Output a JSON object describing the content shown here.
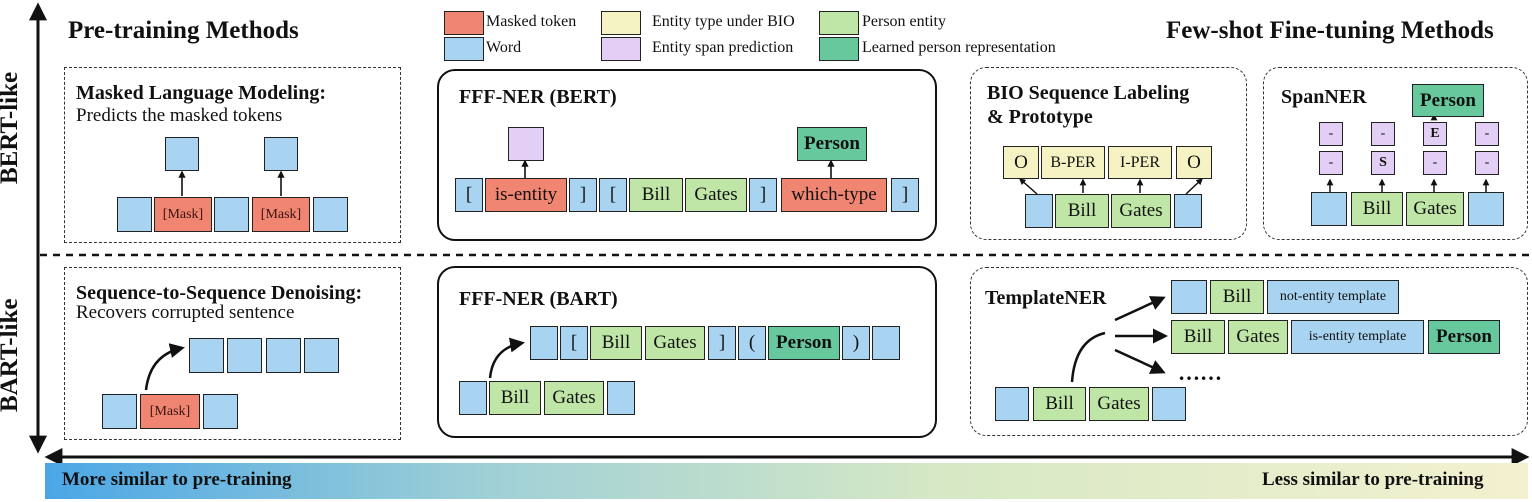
{
  "axes": {
    "vertical_top": "BERT-like",
    "vertical_bottom": "BART-like",
    "bottom_left": "More similar to pre-training",
    "bottom_right": "Less similar to pre-training"
  },
  "headers": {
    "left": "Pre-training Methods",
    "right": "Few-shot Fine-tuning Methods"
  },
  "legend": [
    {
      "label": "Masked token",
      "color": "#f08572"
    },
    {
      "label": "Word",
      "color": "#a9d4f1"
    },
    {
      "label": "Entity type under BIO",
      "color": "#f5f3c4"
    },
    {
      "label": "Entity span prediction",
      "color": "#e3cff5"
    },
    {
      "label": "Person entity",
      "color": "#bfe6a6"
    },
    {
      "label": "Learned person representation",
      "color": "#68c89d"
    }
  ],
  "mlm": {
    "title": "Masked Language Modeling:",
    "subtitle": "Predicts the masked tokens",
    "mask": "[Mask]"
  },
  "ffb": {
    "title": "FFF-NER (BERT)",
    "tokens": [
      "[",
      "is-entity",
      "]",
      "[",
      "Bill",
      "Gates",
      "]",
      "which-type",
      "]"
    ],
    "output": "Person"
  },
  "bio": {
    "title_line1": "BIO Sequence Labeling",
    "title_line2": "& Prototype",
    "labels": [
      "O",
      "B-PER",
      "I-PER",
      "O"
    ],
    "words": [
      "Bill",
      "Gates"
    ]
  },
  "span": {
    "title": "SpanNER",
    "output": "Person",
    "row1": [
      "-",
      "-",
      "E",
      "-"
    ],
    "row2": [
      "-",
      "S",
      "-",
      "-"
    ],
    "words": [
      "Bill",
      "Gates"
    ]
  },
  "s2s": {
    "title": "Sequence-to-Sequence Denoising:",
    "subtitle": "Recovers corrupted sentence",
    "mask": "[Mask]"
  },
  "ffbart": {
    "title": "FFF-NER (BART)",
    "output_tokens": [
      "[",
      "Bill",
      "Gates",
      "]",
      "(",
      "Person",
      ")"
    ],
    "input_words": [
      "Bill",
      "Gates"
    ]
  },
  "tmpl": {
    "title": "TemplateNER",
    "row1_word": "Bill",
    "row1_template": "not-entity template",
    "row2_words": [
      "Bill",
      "Gates"
    ],
    "row2_template": "is-entity template",
    "row2_output": "Person",
    "ellipsis": "……",
    "input_words": [
      "Bill",
      "Gates"
    ]
  }
}
